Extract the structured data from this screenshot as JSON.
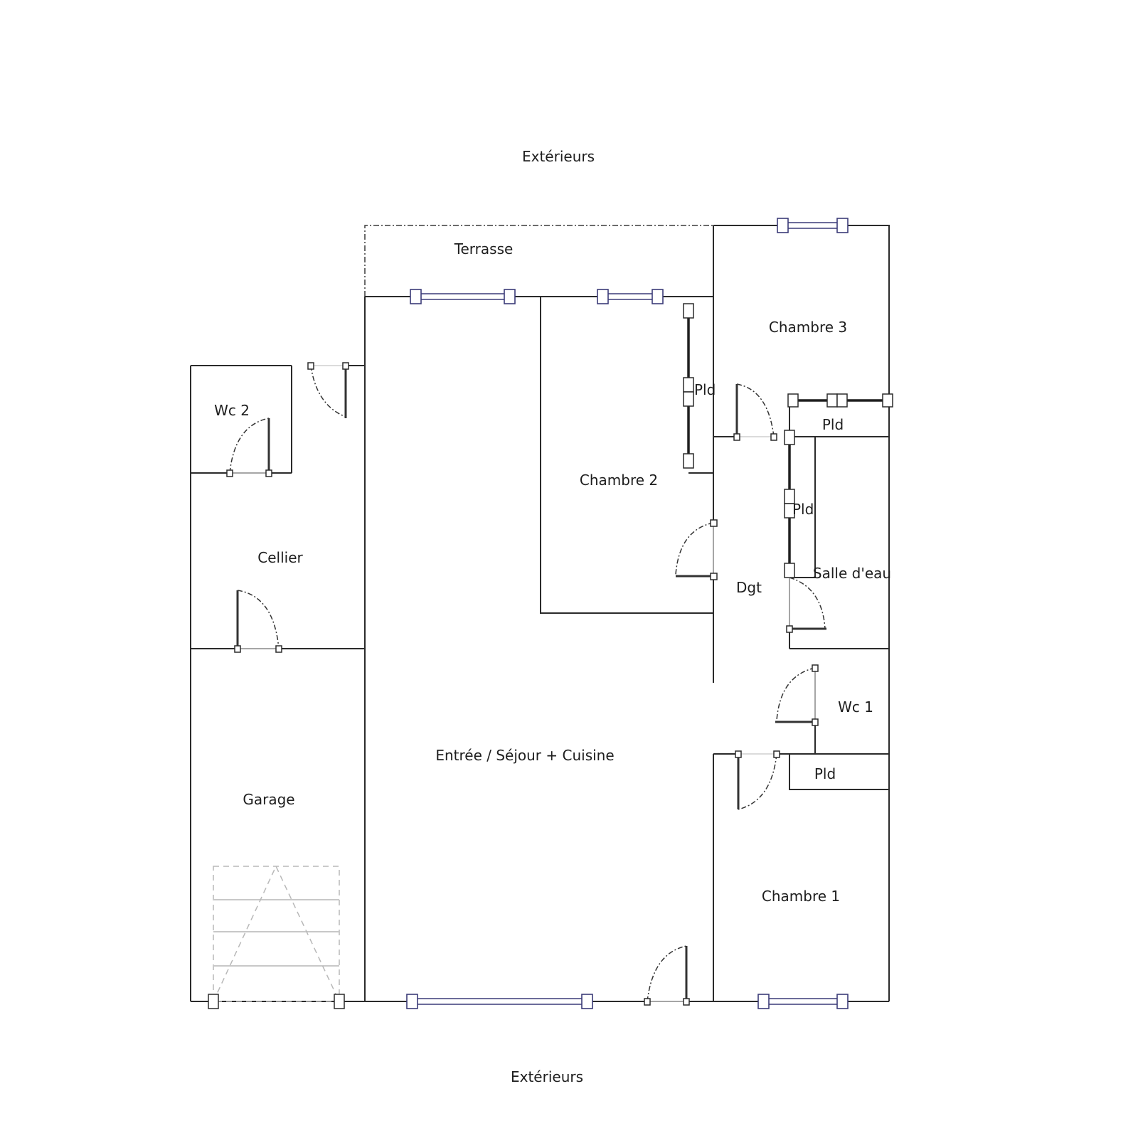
{
  "labels": {
    "exterior_top": "Extérieurs",
    "exterior_bottom": "Extérieurs",
    "terrasse": "Terrasse",
    "chambre3": "Chambre 3",
    "chambre2": "Chambre 2",
    "chambre1": "Chambre 1",
    "wc2": "Wc 2",
    "wc1": "Wc 1",
    "cellier": "Cellier",
    "garage": "Garage",
    "sejour": "Entrée / Séjour + Cuisine",
    "dgt": "Dgt",
    "salle_eau": "Salle d'eau",
    "pld_chambre2": "Pld",
    "pld_chambre3": "Pld",
    "pld_salle_eau": "Pld",
    "pld_chambre1": "Pld"
  },
  "colors": {
    "wall": "#2b2b2b",
    "window": "#3b3b78",
    "text": "#1e1e1e"
  }
}
